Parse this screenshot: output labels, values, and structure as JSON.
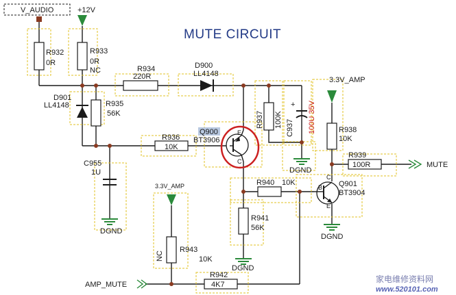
{
  "title": "MUTE CIRCUIT",
  "nets": {
    "v_audio": "V_AUDIO",
    "plus12v": "+12V",
    "amp33_top": "3.3V_AMP",
    "amp33_bottom": "3.3V_AMP",
    "mute": "MUTE",
    "amp_mute": "AMP_MUTE",
    "dgnd": "DGND"
  },
  "components": {
    "r932": {
      "ref": "R932",
      "value": "0R"
    },
    "r933": {
      "ref": "R933",
      "value": "0R",
      "note": "NC"
    },
    "r934": {
      "ref": "R934",
      "value": "220R"
    },
    "d900": {
      "ref": "D900",
      "value": "LL4148"
    },
    "d901": {
      "ref": "D901",
      "value": "LL4148"
    },
    "r935": {
      "ref": "R935",
      "value": "56K"
    },
    "r936": {
      "ref": "R936",
      "value": "10K"
    },
    "q900": {
      "ref": "Q900",
      "value": "BT3906"
    },
    "r937": {
      "ref": "R937",
      "value": "100K"
    },
    "c937": {
      "ref": "C937",
      "value": "100U 35V"
    },
    "r938": {
      "ref": "R938",
      "value": "10K"
    },
    "r939": {
      "ref": "R939",
      "value": "100R"
    },
    "c955": {
      "ref": "C955",
      "value": "1U"
    },
    "r940": {
      "ref": "R940",
      "value": "10K"
    },
    "q901": {
      "ref": "Q901",
      "value": "BT3904"
    },
    "r941": {
      "ref": "R941",
      "value": "56K"
    },
    "r943": {
      "ref": "R943",
      "value": "10K",
      "note": "NC"
    },
    "r942": {
      "ref": "R942",
      "value": "4K7"
    }
  },
  "pins": {
    "e": "E",
    "b": "B",
    "c": "C"
  },
  "watermark": {
    "cn": "家电维修资料网",
    "url": "www.520101.com"
  },
  "colors": {
    "title": "#223a86",
    "highlight_ring": "#cc2020",
    "ground_symbol": "#2a8a3a",
    "box_outline": "#e0c020"
  }
}
